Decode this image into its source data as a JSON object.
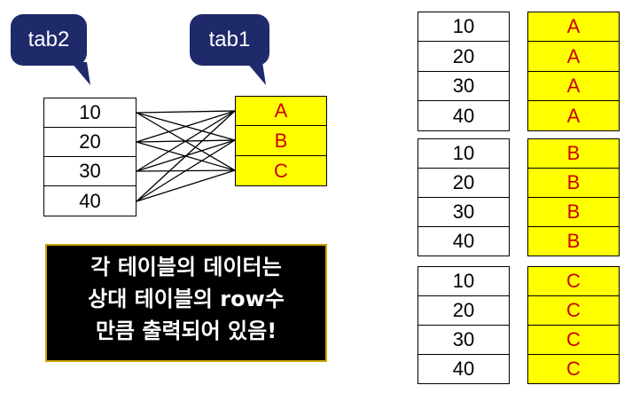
{
  "labels": {
    "tab2": "tab2",
    "tab1": "tab1"
  },
  "tab2_values": [
    "10",
    "20",
    "30",
    "40"
  ],
  "tab1_values": [
    "A",
    "B",
    "C"
  ],
  "note": {
    "line1": "각 테이블의 데이터는",
    "line2": "상대 테이블의 row수",
    "line3": "만큼 출력되어 있음!"
  },
  "result_groups": [
    {
      "numbers": [
        "10",
        "20",
        "30",
        "40"
      ],
      "letters": [
        "A",
        "A",
        "A",
        "A"
      ]
    },
    {
      "numbers": [
        "10",
        "20",
        "30",
        "40"
      ],
      "letters": [
        "B",
        "B",
        "B",
        "B"
      ]
    },
    {
      "numbers": [
        "10",
        "20",
        "30",
        "40"
      ],
      "letters": [
        "C",
        "C",
        "C",
        "C"
      ]
    }
  ],
  "colors": {
    "bubble": "#1f2a6b",
    "highlight": "#ffff00",
    "letter": "#cc0000",
    "note_border": "#c9a100"
  }
}
